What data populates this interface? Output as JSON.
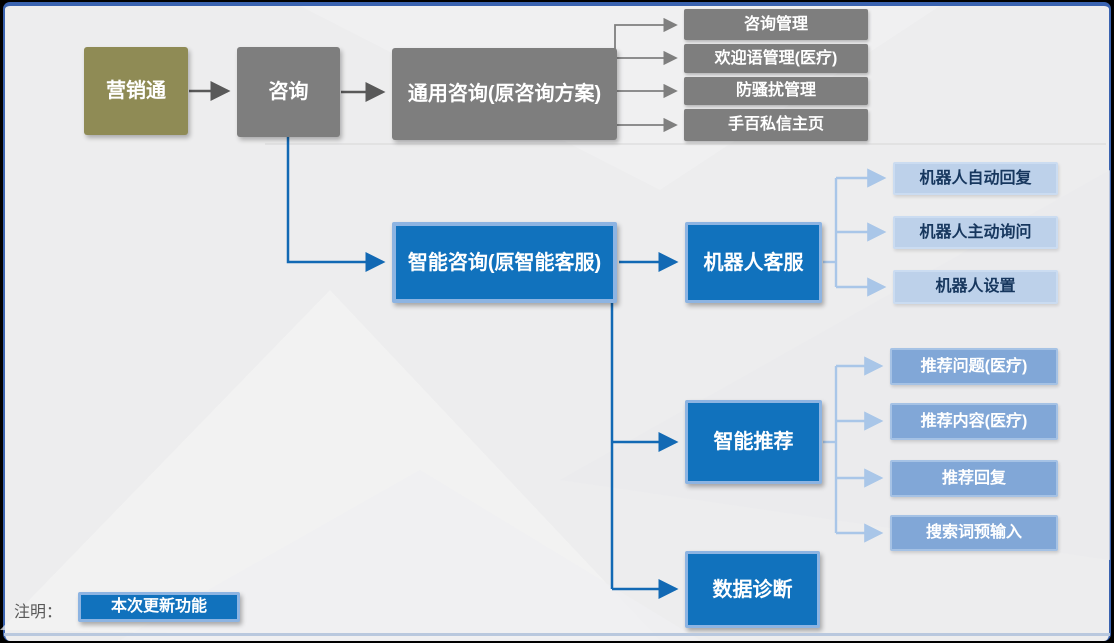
{
  "nodes": {
    "root": "营销通",
    "consult": "咨询",
    "general": "通用咨询(原咨询方案)",
    "general_children": [
      "咨询管理",
      "欢迎语管理(医疗)",
      "防骚扰管理",
      "手百私信主页"
    ],
    "smart": "智能咨询(原智能客服)",
    "robot": "机器人客服",
    "robot_children": [
      "机器人自动回复",
      "机器人主动询问",
      "机器人设置"
    ],
    "recommend": "智能推荐",
    "recommend_children": [
      "推荐问题(医疗)",
      "推荐内容(医疗)",
      "推荐回复",
      "搜索词预输入"
    ],
    "diagnosis": "数据诊断"
  },
  "legend": {
    "prefix": "注明：",
    "updated_label": "本次更新功能"
  },
  "colors": {
    "root_fill": "#8F8B55",
    "gray_fill": "#7E7E7E",
    "updated_fill": "#1172BD",
    "updated_border": "#8DB4E2",
    "light_leaf_fill": "#BDD1EA",
    "medium_leaf_fill": "#81A7D7",
    "leaf_text_dark": "#17375E",
    "gray_connector": "#595959",
    "gray_fan_connector": "#7F7F7F",
    "blue_connector": "#1269B4",
    "light_connector": "#A9C6E8",
    "slide_background": "#EDEDEE",
    "frame_border": "#3A63B0"
  }
}
